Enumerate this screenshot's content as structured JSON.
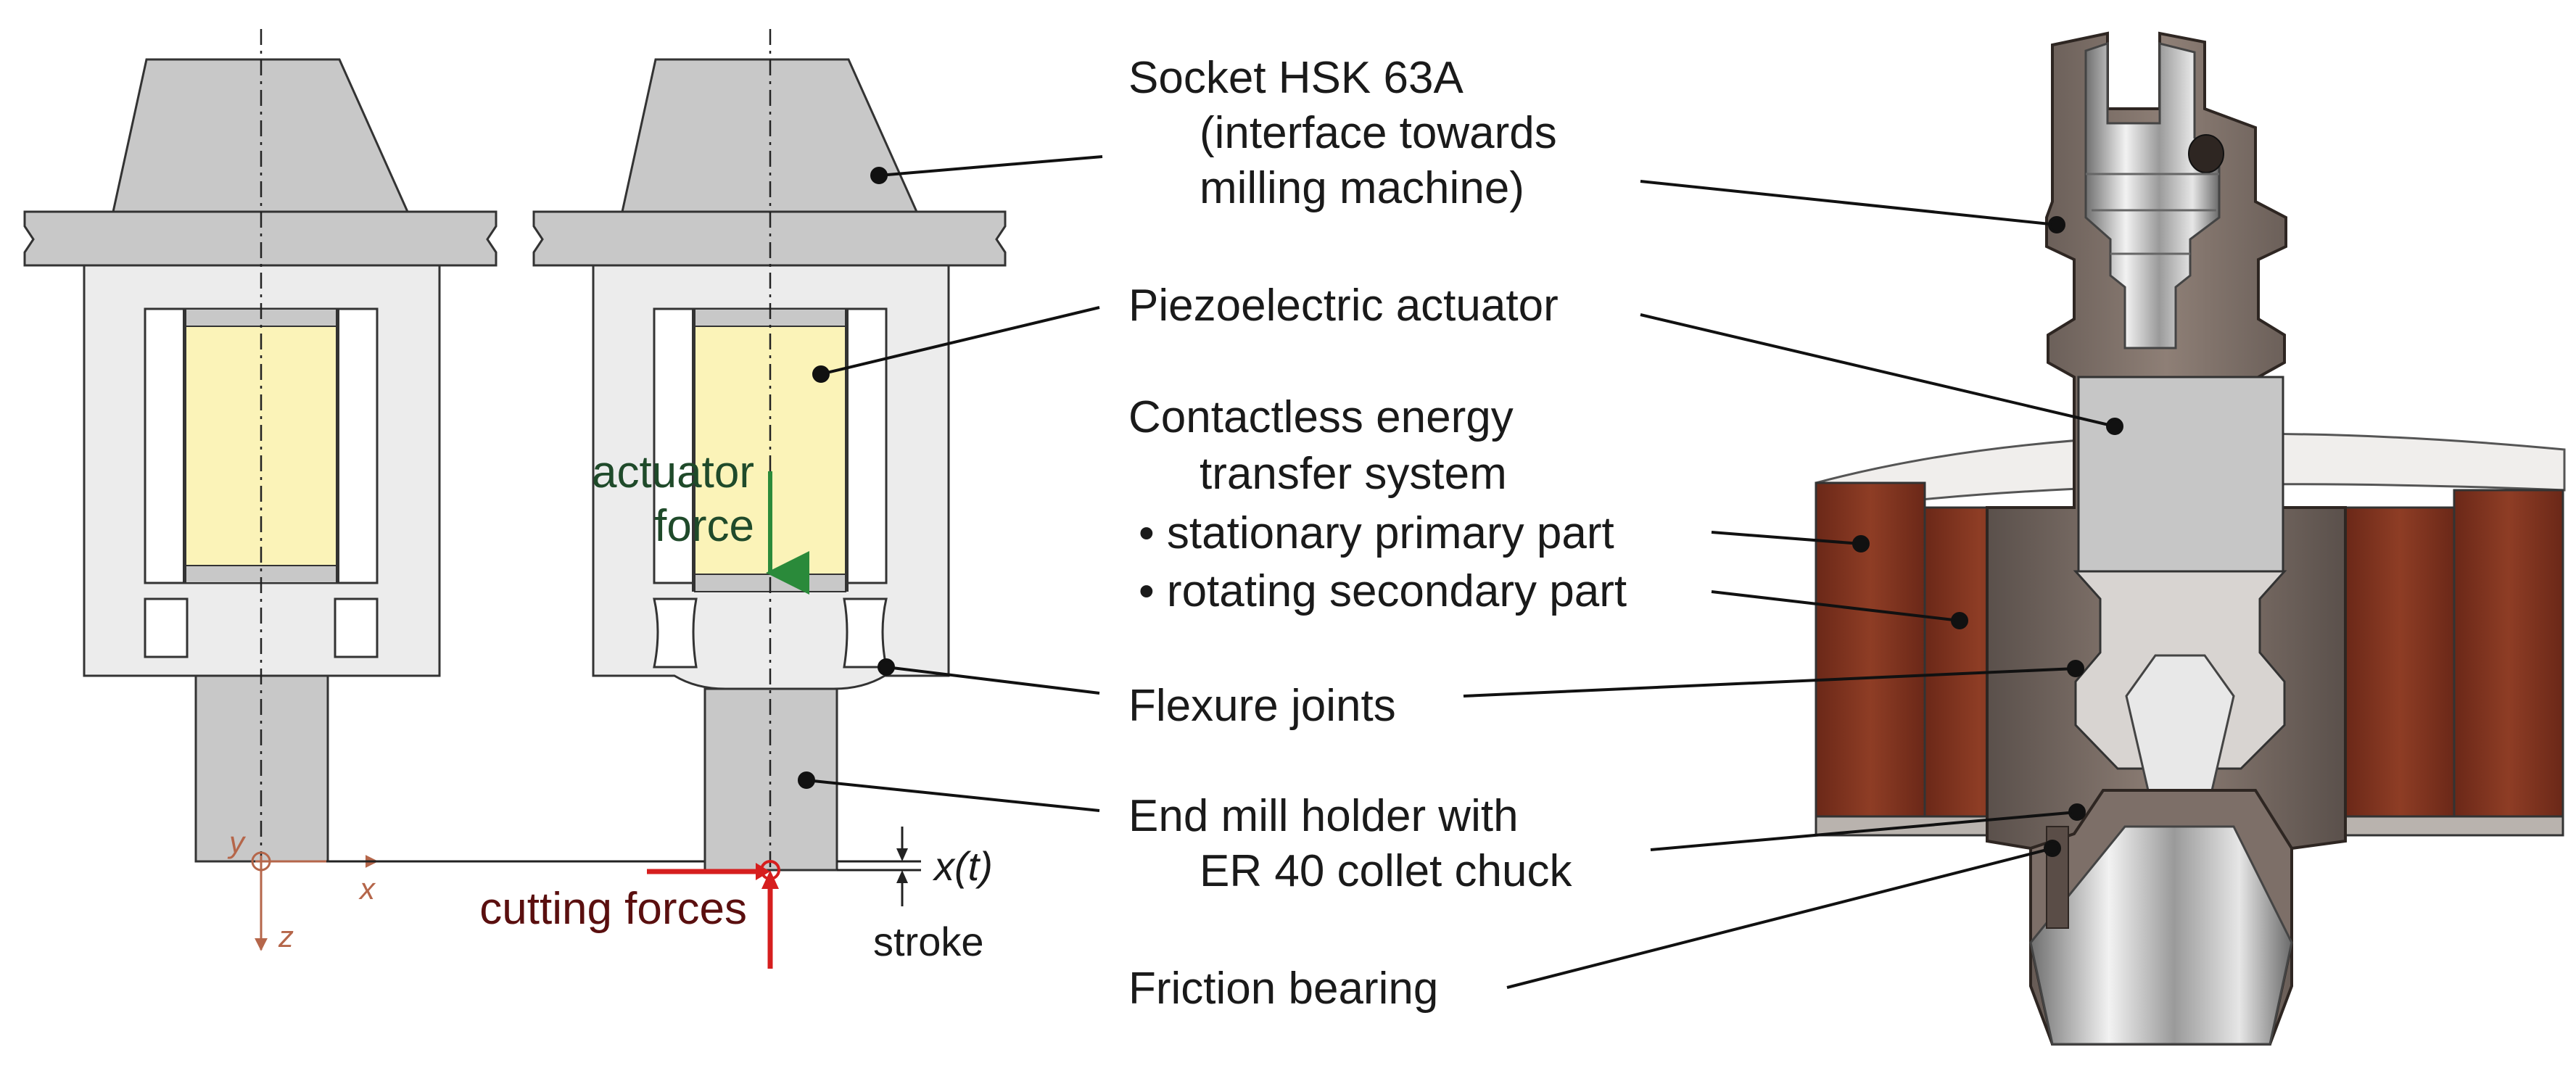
{
  "labels": {
    "socket": [
      "Socket HSK 63A",
      "(interface towards",
      "milling machine)"
    ],
    "piezo": "Piezoelectric actuator",
    "cet": [
      "Contactless energy",
      "transfer system"
    ],
    "primary": "• stationary primary part",
    "secondary": "• rotating secondary part",
    "flexure": "Flexure joints",
    "endmill": [
      "End mill holder with",
      "ER 40 collet chuck"
    ],
    "friction": "Friction bearing"
  },
  "annotations": {
    "actuator_force": [
      "actuator",
      "force"
    ],
    "cutting_forces": "cutting forces",
    "displacement": "x(t)",
    "stroke": "stroke",
    "axes": {
      "x": "x",
      "y": "y",
      "z": "z"
    }
  },
  "colors": {
    "housing": "#c8c8c8",
    "housing_light": "#ececec",
    "actuator": "#fbf3b8",
    "force_green": "#2a8a3a",
    "force_red": "#d61e1e",
    "axis_brown": "#b5664a",
    "coil_copper": "#7a3220",
    "metal_dark": "#6b5d56"
  }
}
